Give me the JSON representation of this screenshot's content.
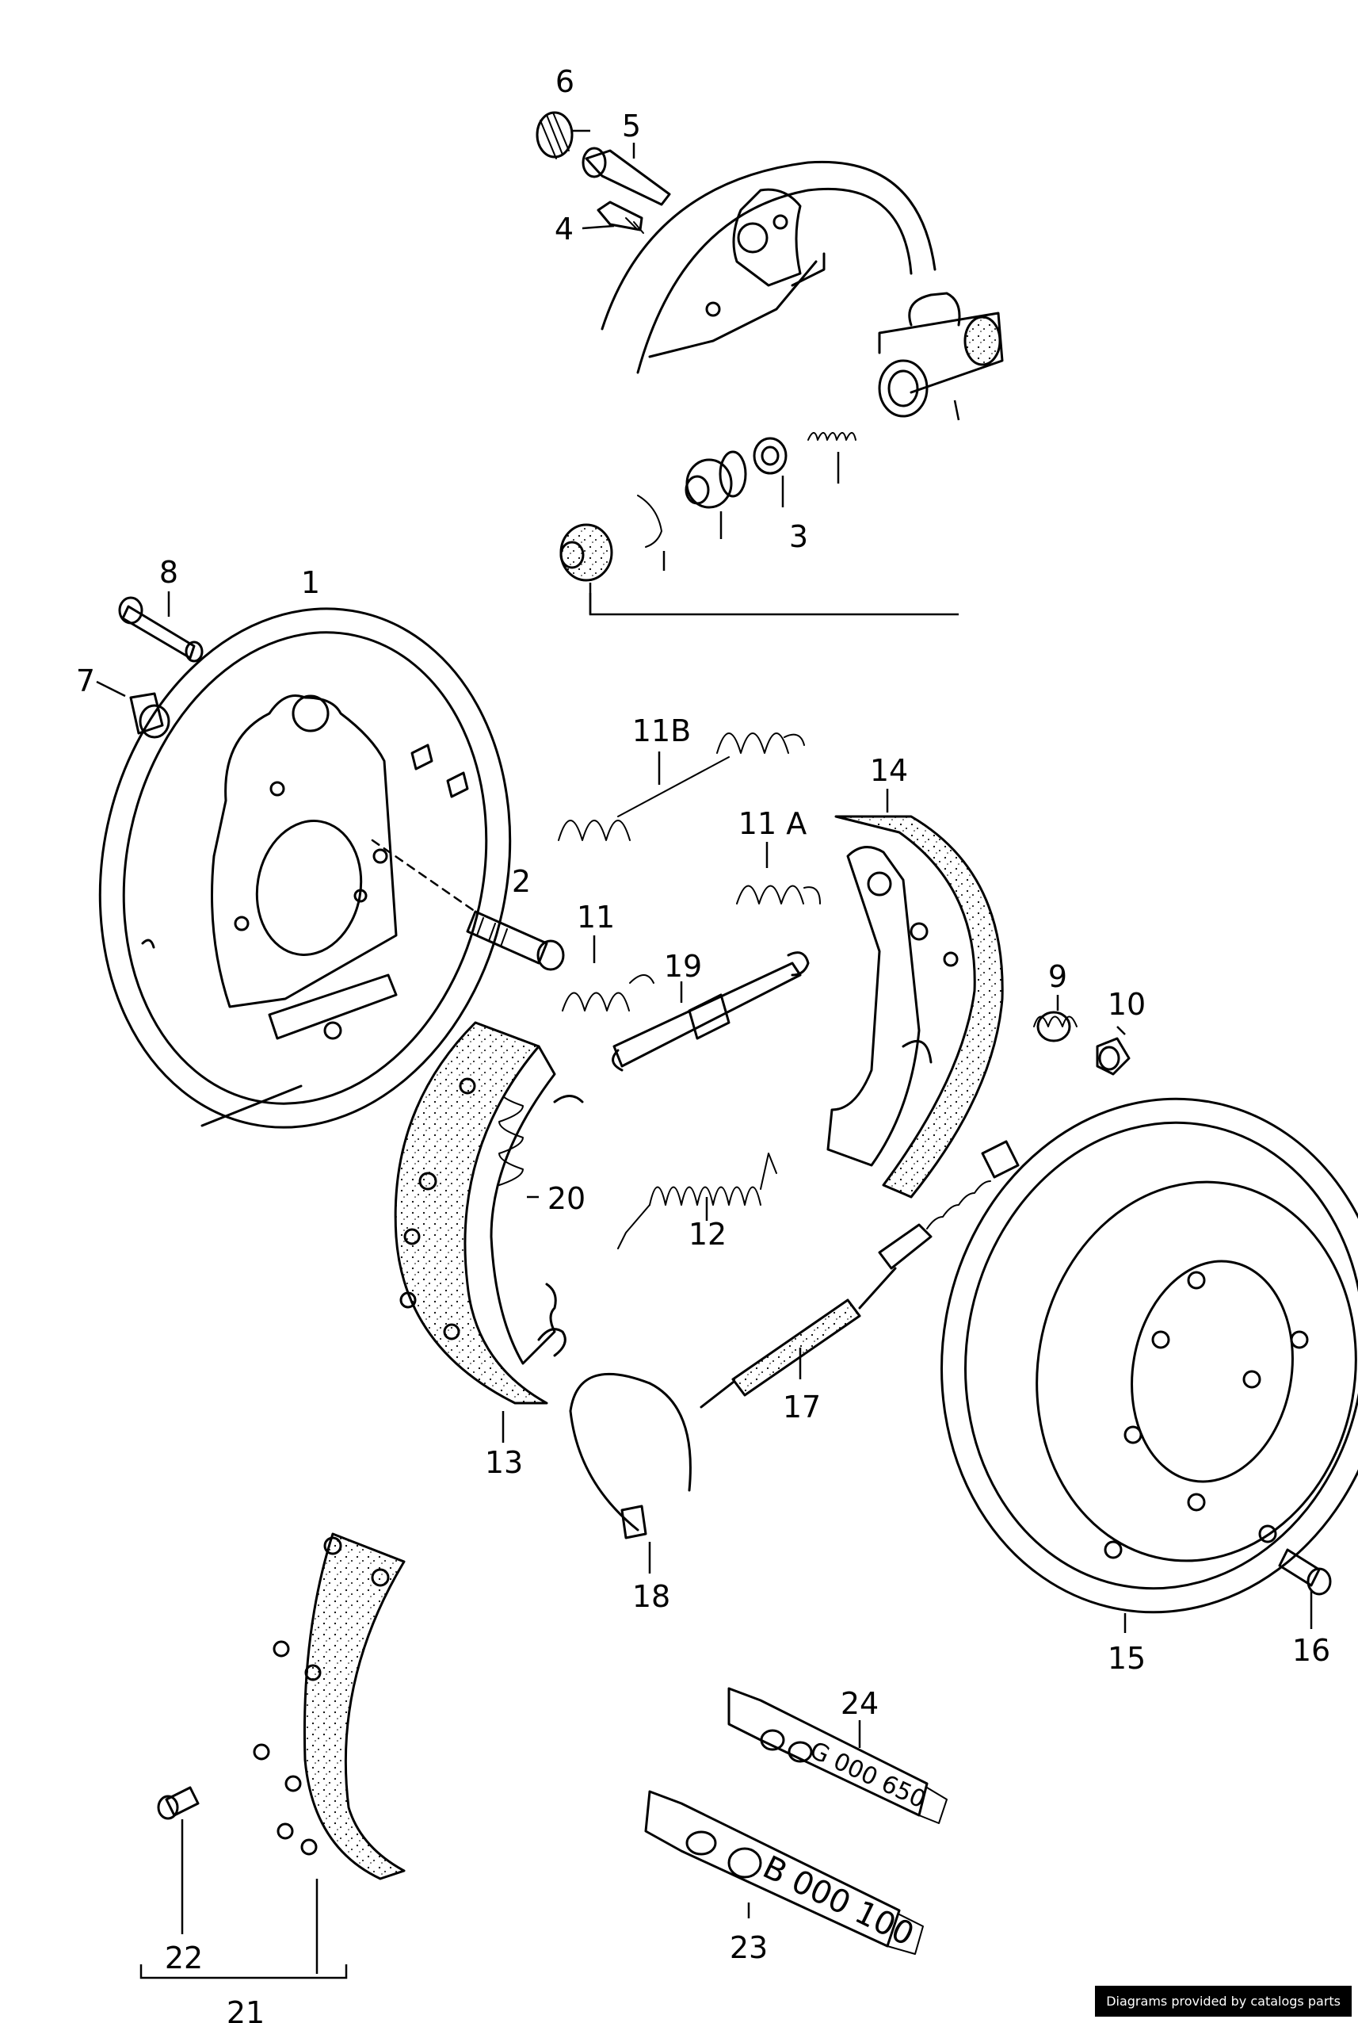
{
  "callouts": [
    {
      "id": "c1",
      "text": "1"
    },
    {
      "id": "c2",
      "text": "2"
    },
    {
      "id": "c3",
      "text": "3"
    },
    {
      "id": "c4",
      "text": "4"
    },
    {
      "id": "c5",
      "text": "5"
    },
    {
      "id": "c6",
      "text": "6"
    },
    {
      "id": "c7",
      "text": "7"
    },
    {
      "id": "c8",
      "text": "8"
    },
    {
      "id": "c9",
      "text": "9"
    },
    {
      "id": "c10",
      "text": "10"
    },
    {
      "id": "c11",
      "text": "11"
    },
    {
      "id": "c11A",
      "text": "11 A"
    },
    {
      "id": "c11B",
      "text": "11B"
    },
    {
      "id": "c12",
      "text": "12"
    },
    {
      "id": "c13",
      "text": "13"
    },
    {
      "id": "c14",
      "text": "14"
    },
    {
      "id": "c15",
      "text": "15"
    },
    {
      "id": "c16",
      "text": "16"
    },
    {
      "id": "c17",
      "text": "17"
    },
    {
      "id": "c18",
      "text": "18"
    },
    {
      "id": "c19",
      "text": "19"
    },
    {
      "id": "c20",
      "text": "20"
    },
    {
      "id": "c21",
      "text": "21"
    },
    {
      "id": "c22",
      "text": "22"
    },
    {
      "id": "c23",
      "text": "23"
    },
    {
      "id": "c24",
      "text": "24"
    }
  ],
  "tubes": {
    "tube24": "G 000 650",
    "tube23": "B 000 100"
  },
  "footer": "Diagrams provided by catalogs parts"
}
